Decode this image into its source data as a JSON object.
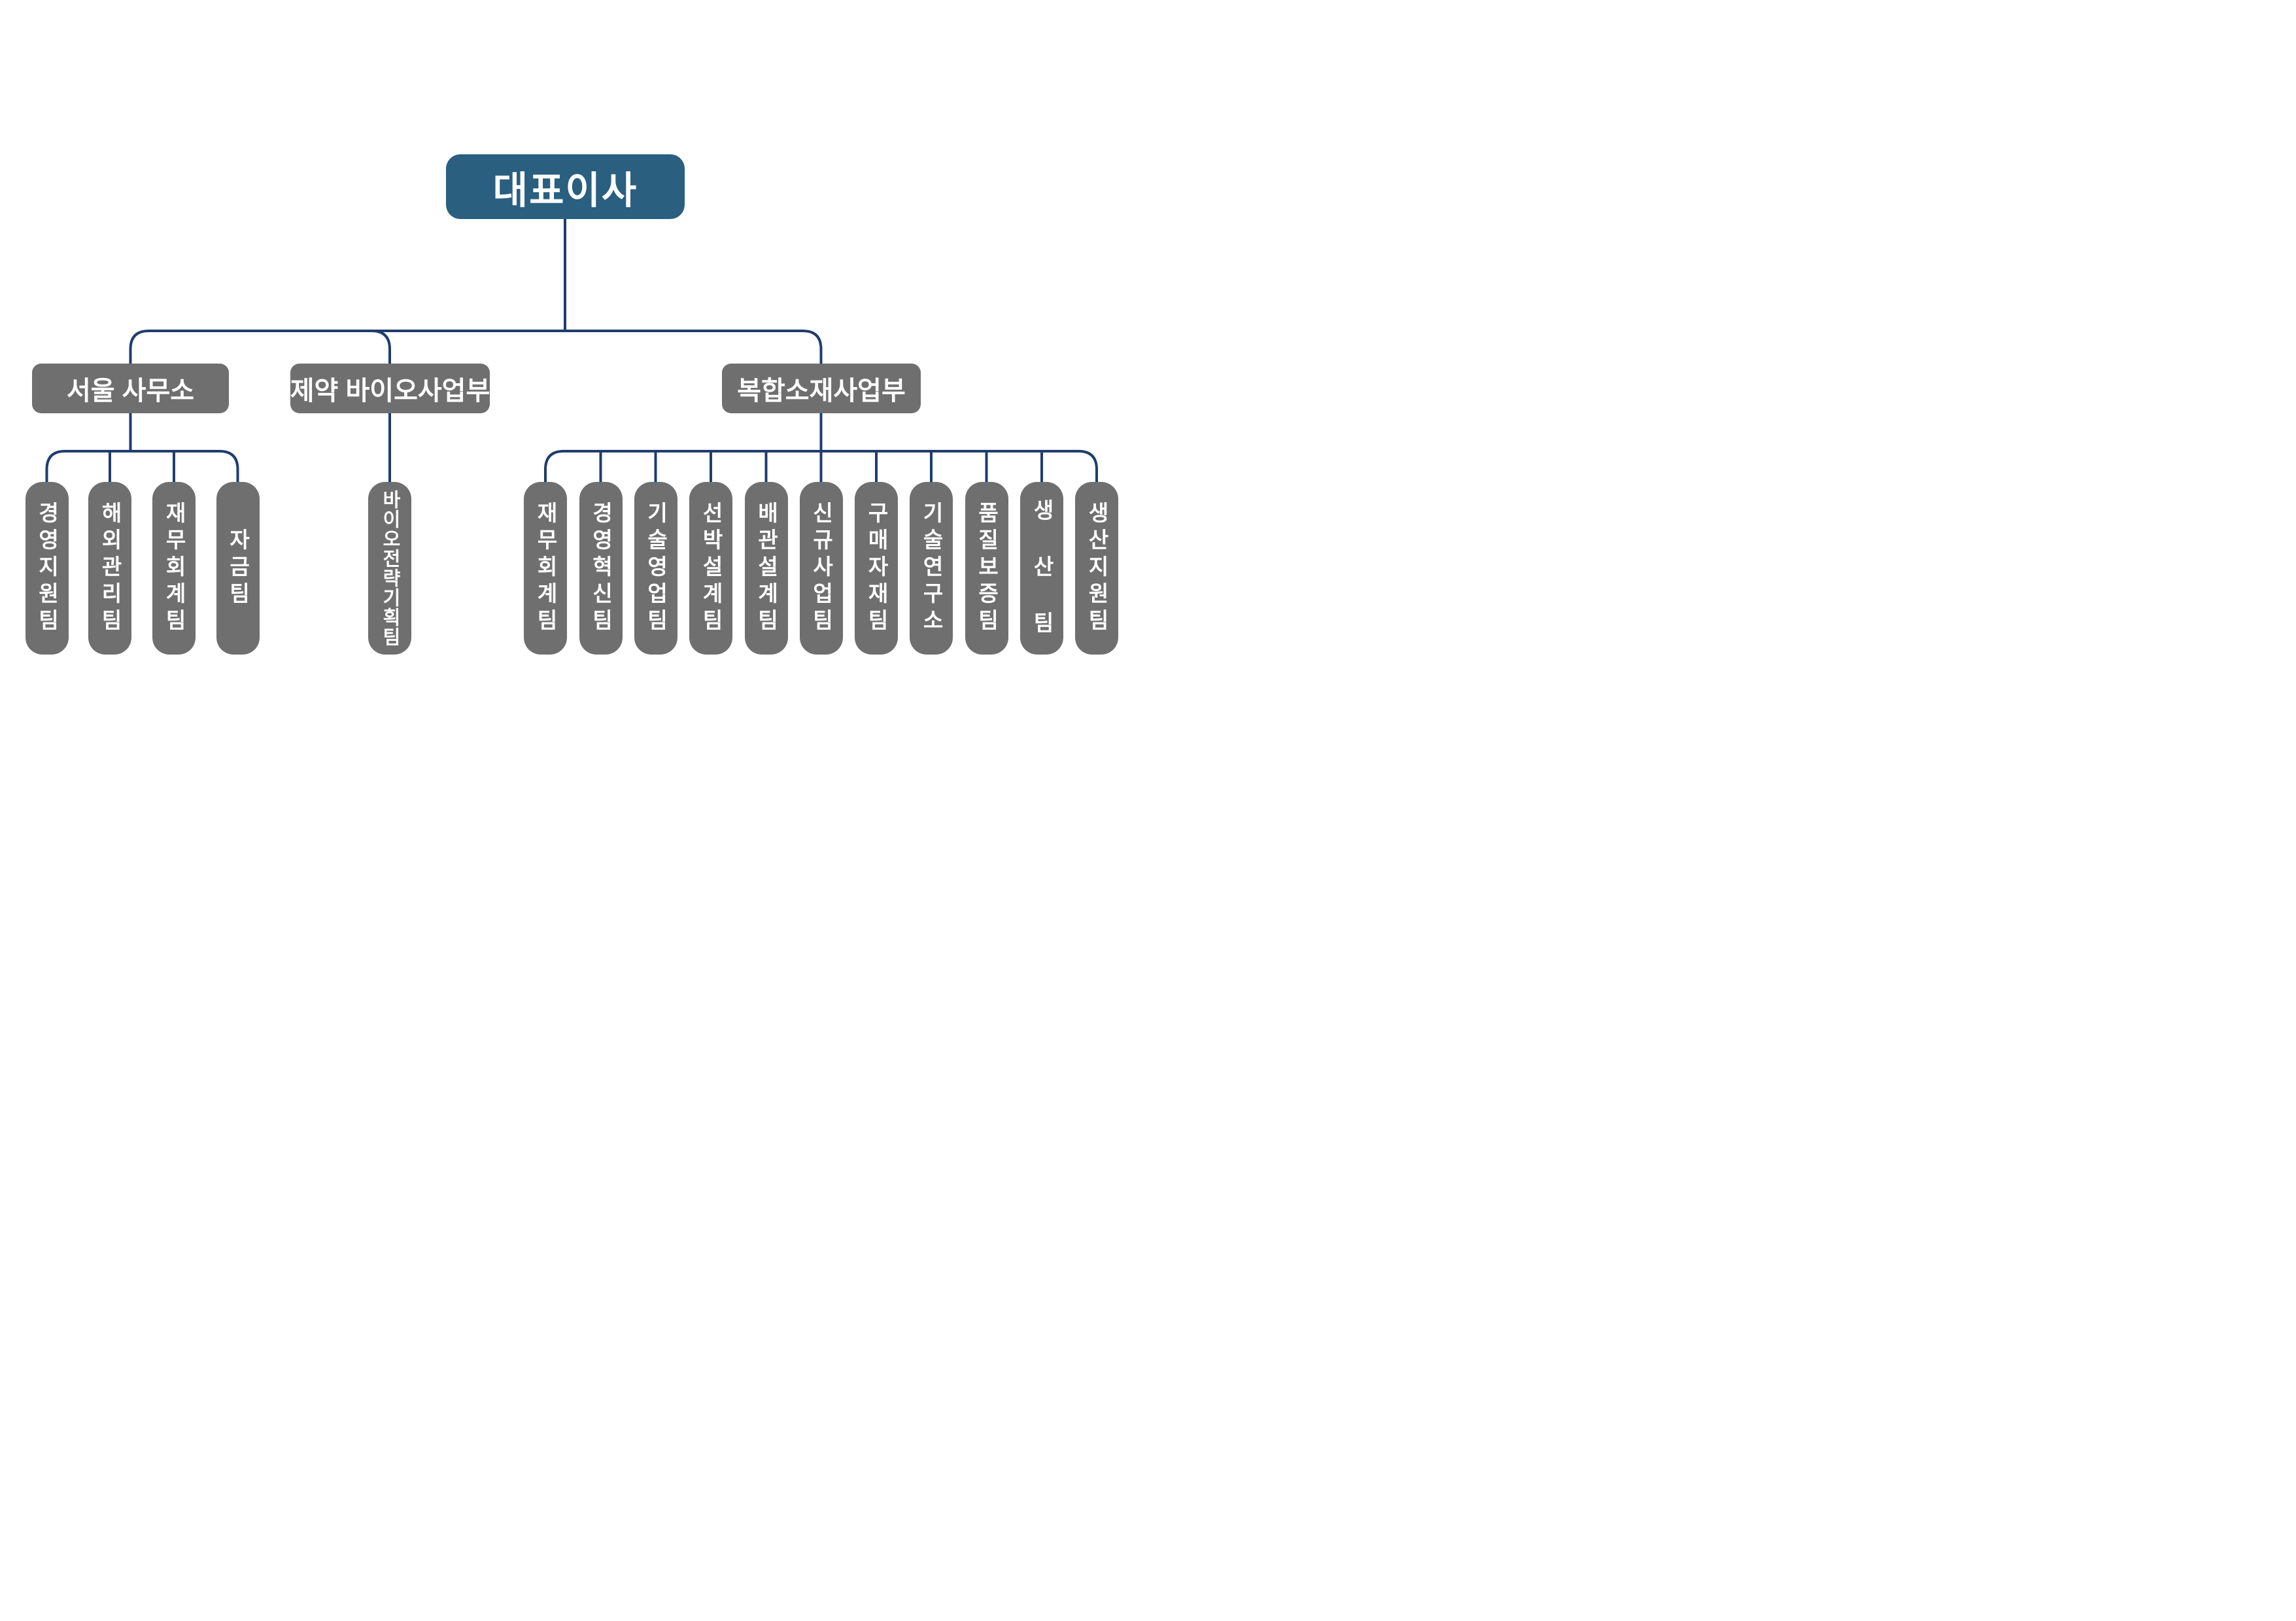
{
  "colors": {
    "root_fill": "#2A5F80",
    "node_fill": "#6F6F6F",
    "connector": "#1F3C6E",
    "text": "#FFFFFF",
    "background": "#FFFFFF"
  },
  "org": {
    "root": {
      "label": "대표이사"
    },
    "divisions": [
      {
        "label": "서울 사무소",
        "teams": [
          "경영지원팀",
          "해외관리팀",
          "재무회계팀",
          "자금팀"
        ]
      },
      {
        "label": "제약 바이오사업부",
        "teams": [
          "바이오전략기획팀"
        ]
      },
      {
        "label": "복합소재사업부",
        "teams": [
          "재무회계팀",
          "경영혁신팀",
          "기술영업팀",
          "선박설계팀",
          "배관설계팀",
          "신규사업팀",
          "구매자재팀",
          "기술연구소",
          "품질보증팀",
          "생 산 팀",
          "생산지원팀"
        ]
      }
    ]
  }
}
